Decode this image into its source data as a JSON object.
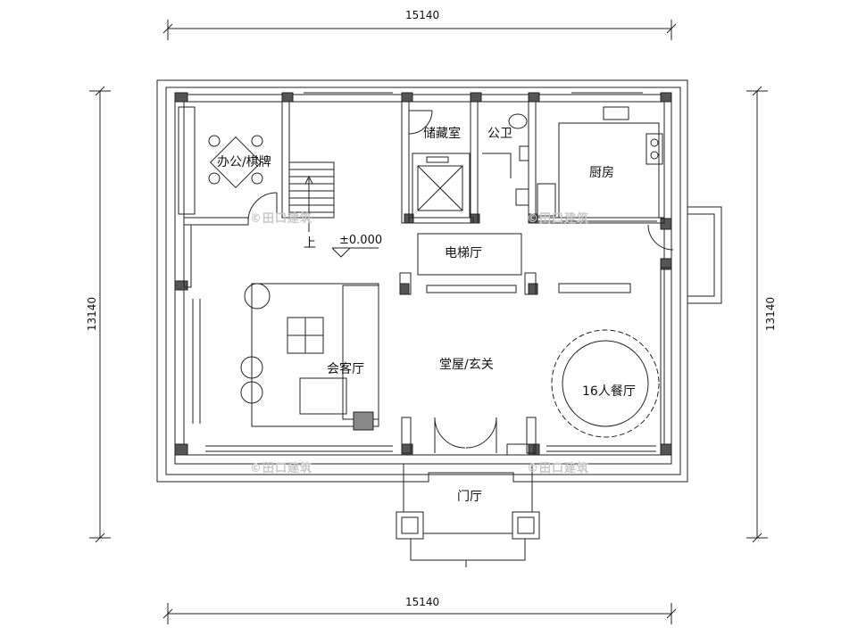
{
  "dimensions": {
    "top_width": "15140",
    "bottom_width": "15140",
    "left_height": "13140",
    "right_height": "13140"
  },
  "rooms": {
    "office": "办公/棋牌",
    "storage": "储藏室",
    "toilet": "公卫",
    "kitchen": "厨房",
    "elevator_hall": "电梯厅",
    "living": "会客厅",
    "main_hall": "堂屋/玄关",
    "dining": "16人餐厅",
    "vestibule": "门厅"
  },
  "annotations": {
    "stair_up": "上",
    "elevation": "±0.000"
  },
  "watermark": "©田口建筑",
  "colors": {
    "line": "#222222",
    "wall_fill": "#ffffff",
    "column_fill": "#555555",
    "watermark": "#c9c9c9"
  }
}
